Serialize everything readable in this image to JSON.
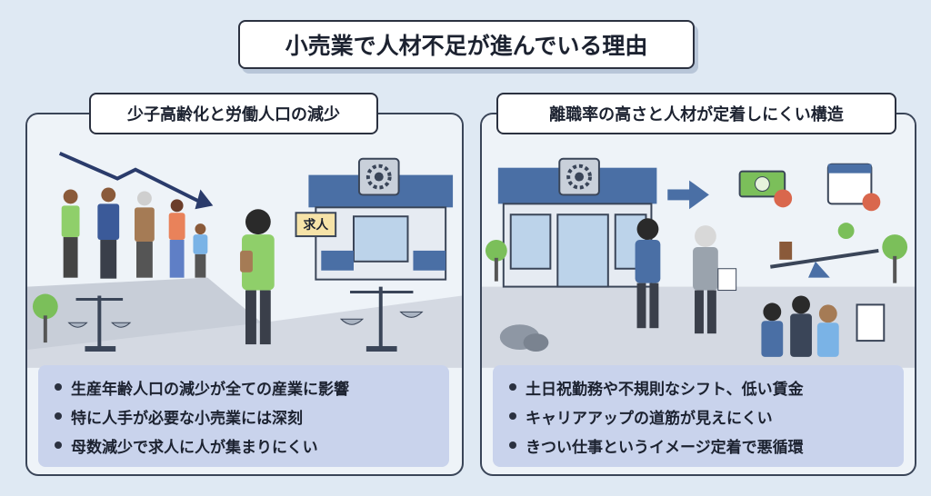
{
  "title": "小売業で人材不足が進んでいる理由",
  "left_panel": {
    "heading": "少子高齢化と労働人口の減少",
    "sign": "求人",
    "bullets": [
      "生産年齢人口の減少が全ての産業に影響",
      "特に人手が必要な小売業には深刻",
      "母数減少で求人に人が集まりにくい"
    ],
    "icons": [
      "downtrend-arrow-icon",
      "people-group-icon",
      "store-icon",
      "gear-icon",
      "balance-scale-icon",
      "job-seeker-icon"
    ]
  },
  "right_panel": {
    "heading": "離職率の高さと人材が定着しにくい構造",
    "bullets": [
      "土日祝勤務や不規則なシフト、低い賃金",
      "キャリアアップの道筋が見えにくい",
      "きつい仕事というイメージ定着で悪循環"
    ],
    "icons": [
      "store-icon",
      "arrow-right-icon",
      "money-icon",
      "calendar-icon",
      "seesaw-icon",
      "leaving-workers-icon",
      "troubled-staff-icon"
    ]
  },
  "colors": {
    "background": "#dfe9f3",
    "panel": "#eef3f8",
    "bullet_box": "#c9d3ec",
    "store_blue": "#4a6fa5",
    "border": "#2b3140"
  }
}
